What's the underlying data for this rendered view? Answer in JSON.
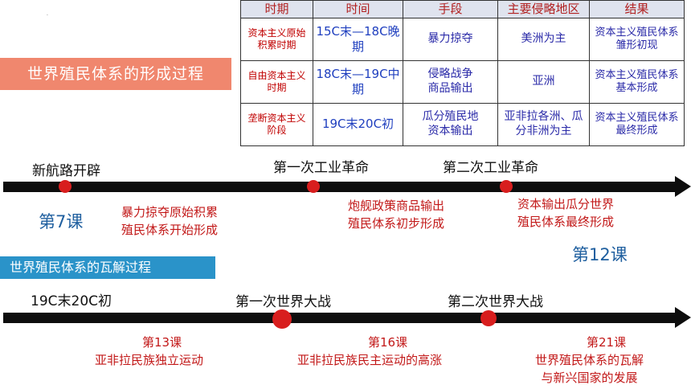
{
  "table": {
    "headers": [
      "时期",
      "时间",
      "手段",
      "主要侵略地区",
      "结果"
    ],
    "rows": [
      [
        "资本主义原始积累时期",
        "15C末—18C晚期",
        "暴力掠夺",
        "美洲为主",
        "资本主义殖民体系雏形初现"
      ],
      [
        "自由资本主义时期",
        "18C末—19C中期",
        "侵略战争\n商品输出",
        "亚洲",
        "资本主义殖民体系基本形成"
      ],
      [
        "垄断资本主义阶段",
        "19C末20C初",
        "瓜分殖民地\n资本输出",
        "亚非拉各洲、瓜分非洲为主",
        "资本主义殖民体系最终形成"
      ]
    ]
  },
  "banner_formation": "世界殖民体系的形成过程",
  "banner_collapse": "世界殖民体系的瓦解过程",
  "timeline1": {
    "events": [
      "新航路开辟",
      "第一次工业革命",
      "第二次工业革命"
    ],
    "results": [
      "暴力掠夺原始积累\n殖民体系开始形成",
      "炮舰政策商品输出\n殖民体系初步形成",
      "资本输出瓜分世界\n殖民体系最终形成"
    ],
    "lesson_start": "第7课",
    "lesson_end": "第12课"
  },
  "timeline2": {
    "events": [
      "19C末20C初",
      "第一次世界大战",
      "第二次世界大战"
    ],
    "results": [
      {
        "lesson": "第13课",
        "text": "亚非拉民族独立运动"
      },
      {
        "lesson": "第16课",
        "text": "亚非拉民族民主运动的高涨"
      },
      {
        "lesson": "第21课",
        "text": "世界殖民体系的瓦解\n与新兴国家的发展"
      }
    ]
  },
  "colors": {
    "banner_orange": "#f0876e",
    "banner_blue": "#2a93c9",
    "dot_red": "#d81e1e",
    "result_red": "#c21818"
  }
}
